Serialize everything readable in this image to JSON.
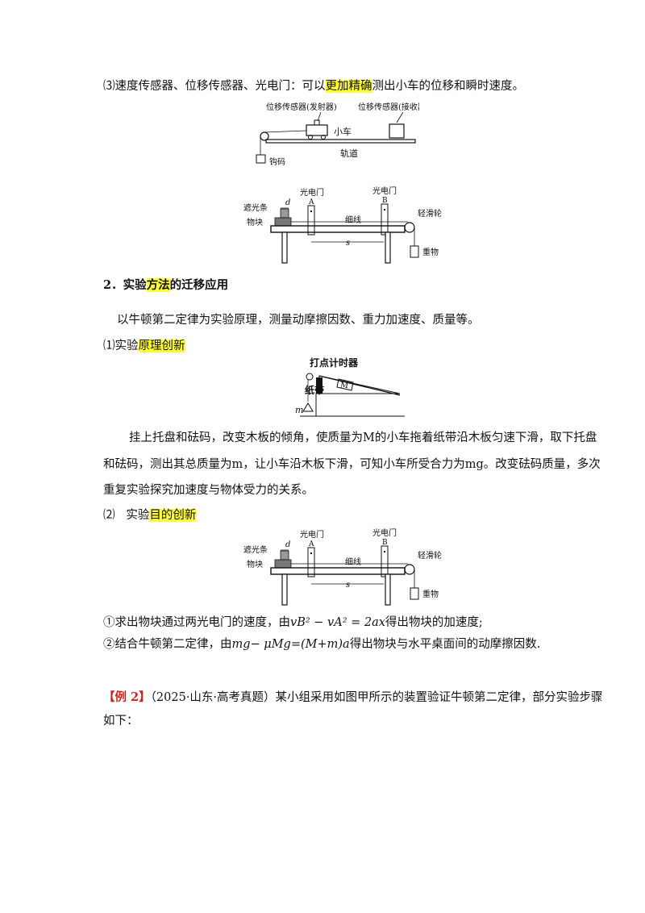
{
  "sec3": {
    "prefix": "⑶速度传感器、位移传感器、光电门：可以",
    "highlight": "更加精确",
    "suffix": "测出小车的位移和瞬时速度。"
  },
  "fig1": {
    "emitter": "位移传感器(发射器)",
    "receiver": "位移传感器(接收器)",
    "car": "小车",
    "track": "轨道",
    "weight": "钩码"
  },
  "fig2": {
    "shade": "遮光条",
    "d": "d",
    "block": "物块",
    "gateA": "光电门",
    "labelA": "A",
    "gateB": "光电门",
    "labelB": "B",
    "thread": "细线",
    "pulley": "轻滑轮",
    "s": "s",
    "heavy": "重物"
  },
  "heading2": {
    "prefix": "2．实验",
    "highlight": "方法",
    "suffix": "的迁移应用"
  },
  "intro": "以牛顿第二定律为实验原理，测量动摩擦因数、重力加速度、质量等。",
  "item1": {
    "prefix": "⑴实验",
    "highlight": "原理创新"
  },
  "fig3": {
    "timer": "打点计时器",
    "M": "M",
    "paper": "纸带",
    "m": "m"
  },
  "para": {
    "l1": "挂上托盘和砝码，改变木板的倾角，使质量为M的小车拖着纸带沿木板匀速下滑，取下托盘",
    "l2": "和砝码，测出其总质量为m，让小车沿木板下滑，可知小车所受合力为mg。改变砝码质量，多次",
    "l3": "重复实验探究加速度与物体受力的关系。"
  },
  "item2": {
    "prefix": "⑵   实验",
    "highlight": "目的创新"
  },
  "bullet1": {
    "prefix": "①求出物块通过两光电门的速度，由",
    "formula": "vB² − vA² = 2ax",
    "suffix": "得出物块的加速度;"
  },
  "bullet2": {
    "prefix": "②结合牛顿第二定律，由",
    "formula": "mg− μMg=(M+m)a",
    "suffix": "得出物块与水平桌面间的动摩擦因数."
  },
  "example": {
    "tag": "【例 2】",
    "text": "（2025·山东·高考真题）某小组采用如图甲所示的装置验证牛顿第二定律，部分实验步骤",
    "line2": "如下："
  }
}
